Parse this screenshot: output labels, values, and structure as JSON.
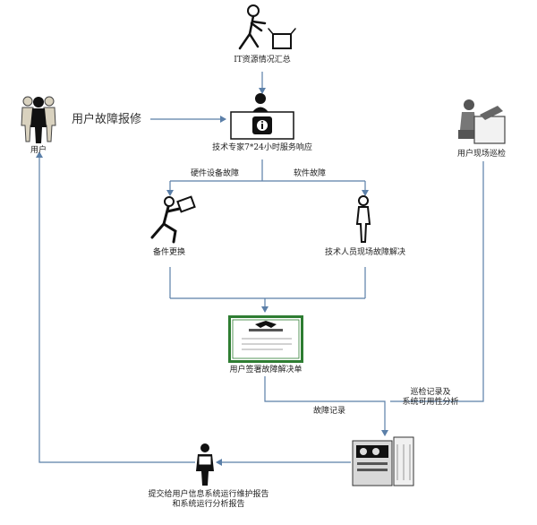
{
  "nodes": {
    "it_summary": "IT资源情况汇总",
    "expert_response": "技术专家7*24小时服务响应",
    "user": "用户",
    "user_report": "用户故障报修",
    "onsite_inspection": "用户现场巡检",
    "spare_replace": "备件更换",
    "onsite_fix": "技术人员现场故障解决",
    "sign_form": "用户签署故障解决单",
    "submit_report": "提交给用户信息系统运行维护报告\n和系统运行分析报告"
  },
  "edges": {
    "hardware_fault": "硬件设备故障",
    "software_fault": "软件故障",
    "fault_record": "故障记录",
    "inspection_record": "巡检记录及\n系统可用性分析"
  },
  "colors": {
    "arrow": "#5b7fa8",
    "certificate_border": "#2e7d32",
    "figure": "#111111"
  }
}
